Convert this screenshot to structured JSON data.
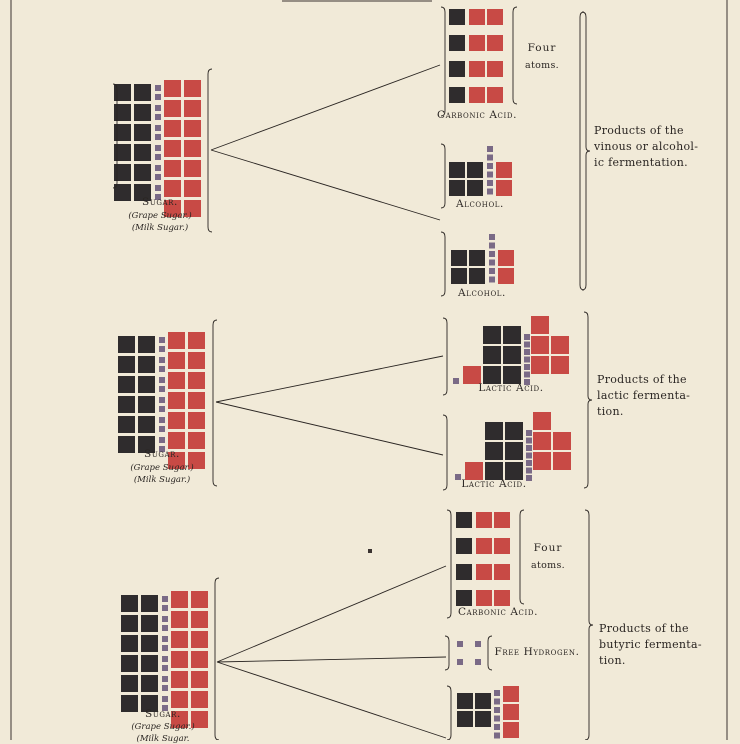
{
  "colors": {
    "carbon": "#2f2c2d",
    "oxygen": "#c84a45",
    "hydrogen": "#7a6a86",
    "ink": "#2a2522",
    "paper": "#f1ead8"
  },
  "sections": [
    {
      "id": "vinous",
      "sugar": {
        "label": "Sugar.",
        "sub1": "(Grape Sugar.)",
        "sub2": "(Milk Sugar.)"
      },
      "products": [
        {
          "label": "Carbonic Acid.",
          "side_note": [
            "Four",
            "atoms."
          ]
        },
        {
          "label": "Alcohol."
        },
        {
          "label": "Alcohol."
        }
      ],
      "note": [
        "Products of the",
        "vinous or alcohol-",
        "ic fermentation."
      ]
    },
    {
      "id": "lactic",
      "sugar": {
        "label": "Sugar.",
        "sub1": "(Grape Sugar.)",
        "sub2": "(Milk Sugar.)"
      },
      "products": [
        {
          "label": "Lactic Acid."
        },
        {
          "label": "Lactic Acid."
        }
      ],
      "note": [
        "Products of the",
        "lactic fermenta-",
        "tion."
      ]
    },
    {
      "id": "butyric",
      "sugar": {
        "label": "Sugar.",
        "sub1": "(Grape Sugar.)",
        "sub2": "(Milk Sugar."
      },
      "products": [
        {
          "label": "Carbonic Acid.",
          "side_note": [
            "Four",
            "atoms."
          ]
        },
        {
          "label": "Free Hydrogen."
        }
      ],
      "note": [
        "Products of the",
        "butyric fermenta-",
        "tion."
      ]
    }
  ]
}
